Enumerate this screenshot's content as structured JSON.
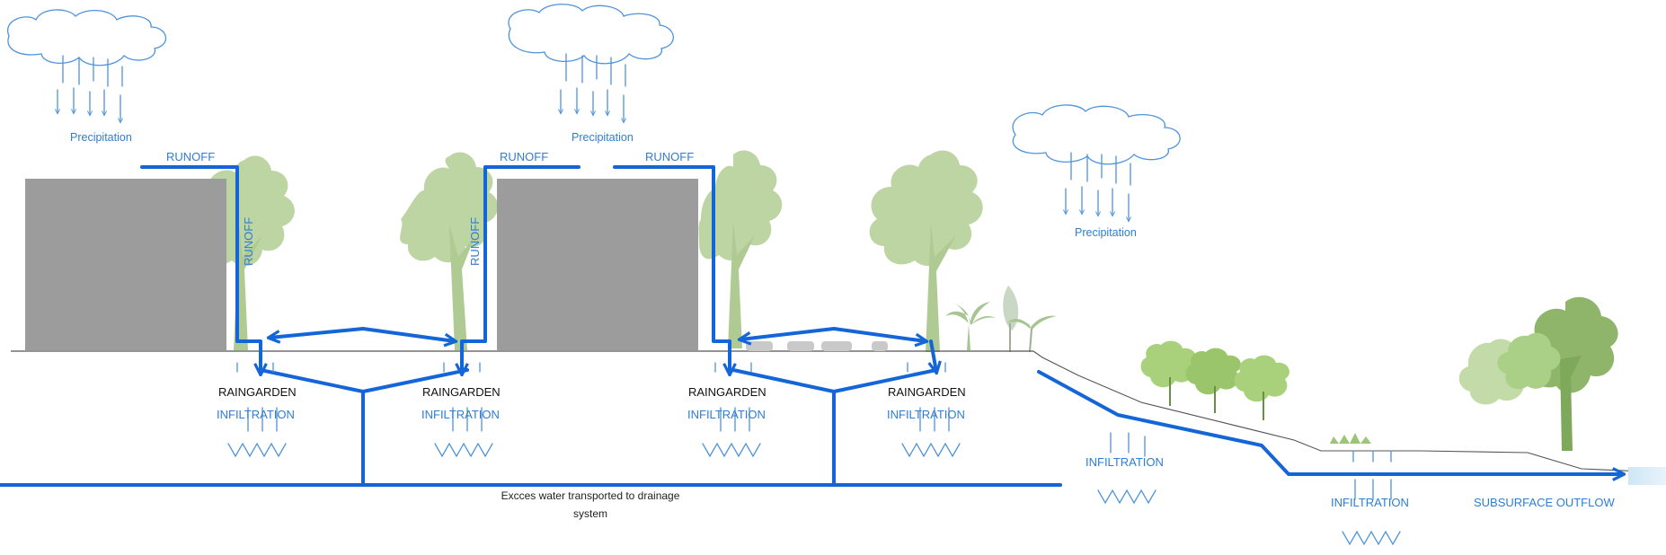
{
  "colors": {
    "flow": "#1466d8",
    "label_blue": "#2e7dd6",
    "building": "#9c9c9c",
    "tree": "#b5cf9a",
    "tree_dark": "#8fb56a",
    "ground": "#555555"
  },
  "clouds": [
    {
      "label": "Precipitation"
    },
    {
      "label": "Precipitation"
    },
    {
      "label": "Precipitation"
    }
  ],
  "runoff_labels": {
    "left_horizontal": "RUNOFF",
    "left_vertical": "RUNOFF",
    "mid_horizontal": "RUNOFF",
    "mid_vertical": "RUNOFF",
    "right_horizontal": "RUNOFF"
  },
  "raingardens": [
    {
      "title": "RAINGARDEN",
      "subtitle": "INFILTRATION"
    },
    {
      "title": "RAINGARDEN",
      "subtitle": "INFILTRATION"
    },
    {
      "title": "RAINGARDEN",
      "subtitle": "INFILTRATION"
    },
    {
      "title": "RAINGARDEN",
      "subtitle": "INFILTRATION"
    }
  ],
  "slope": {
    "infiltration_upper": "INFILTRATION",
    "infiltration_lower": "INFILTRATION",
    "outflow": "SUBSURFACE OUTFLOW"
  },
  "drainage_note": {
    "line1": "Excces water transported to drainage",
    "line2": "system"
  }
}
